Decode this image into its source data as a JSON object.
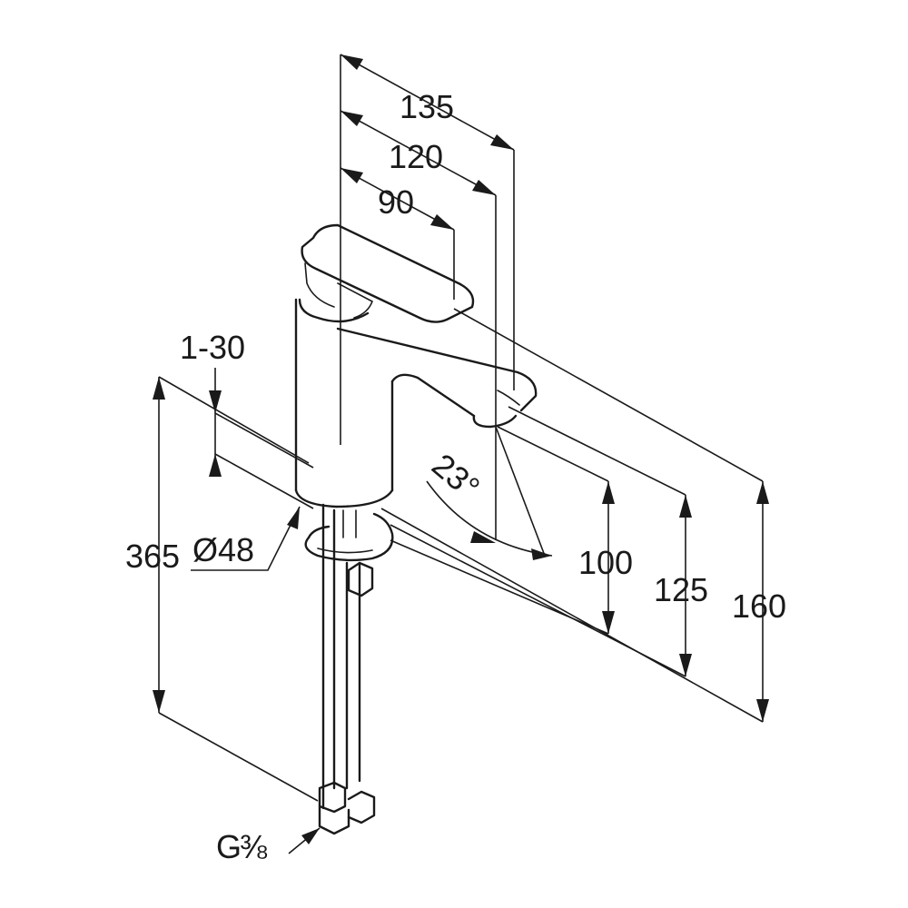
{
  "dimensions": {
    "d135": "135",
    "d120": "120",
    "d90": "90",
    "d1_30": "1-30",
    "d365": "365",
    "d48": "Ø48",
    "d23": "23°",
    "d100": "100",
    "d125": "125",
    "d160": "160",
    "thread_g": "G",
    "thread_frac": "⅜"
  }
}
